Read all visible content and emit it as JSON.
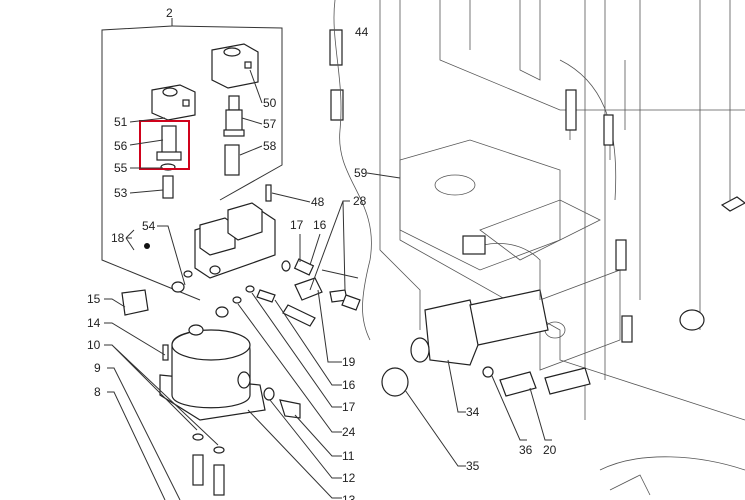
{
  "diagram": {
    "highlight_color": "#d0021b",
    "highlighted_part": "56",
    "labels": {
      "p2": "2",
      "p44": "44",
      "p50": "50",
      "p51": "51",
      "p57": "57",
      "p56": "56",
      "p58": "58",
      "p55": "55",
      "p53": "53",
      "p48": "48",
      "p54": "54",
      "p28": "28",
      "p59": "59",
      "p17a": "17",
      "p16a": "16",
      "p18": "18",
      "p15": "15",
      "p14": "14",
      "p10": "10",
      "p9": "9",
      "p8": "8",
      "p19": "19",
      "p16b": "16",
      "p17b": "17",
      "p24": "24",
      "p11": "11",
      "p12": "12",
      "p13": "13",
      "p34": "34",
      "p35": "35",
      "p36": "36",
      "p20": "20"
    }
  }
}
